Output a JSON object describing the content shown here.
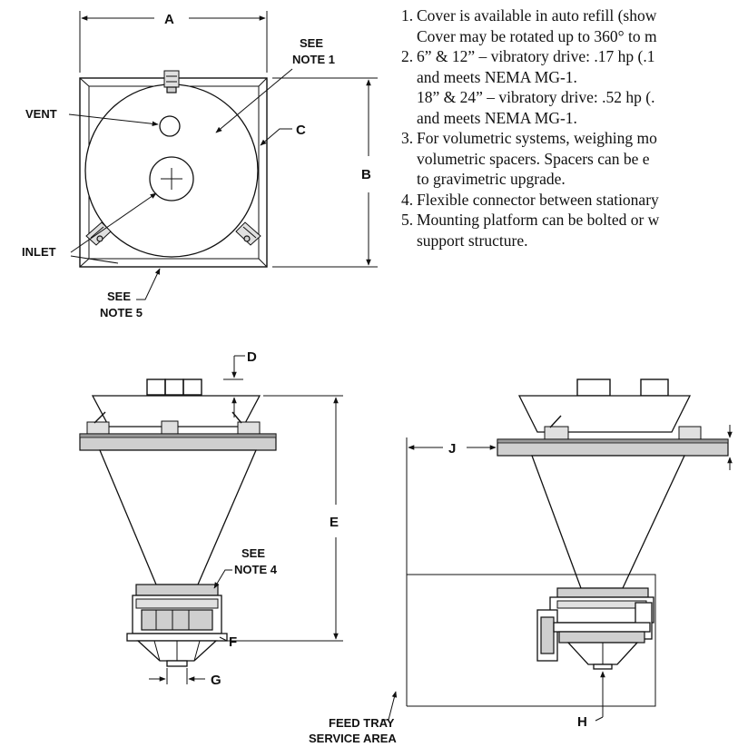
{
  "labels": {
    "a": "A",
    "b": "B",
    "c": "C",
    "d": "D",
    "e": "E",
    "f": "F",
    "g": "G",
    "h": "H",
    "j": "J",
    "vent": "VENT",
    "inlet": "INLET",
    "see1": "SEE",
    "note1": "NOTE 1",
    "see4": "SEE",
    "note4": "NOTE 4",
    "see5": "SEE",
    "note5": "NOTE 5",
    "feed_tray": "FEED TRAY",
    "service_area": "SERVICE AREA"
  },
  "notes": [
    {
      "num": "1.",
      "lines": [
        "Cover is available in auto refill (show",
        "Cover may be rotated up to 360° to m"
      ]
    },
    {
      "num": "2.",
      "lines": [
        "6” & 12” – vibratory drive: .17 hp (.1",
        "and meets NEMA MG-1.",
        "18” & 24” – vibratory drive: .52 hp (.",
        "and meets NEMA MG-1."
      ]
    },
    {
      "num": "3.",
      "lines": [
        "For volumetric systems, weighing mo",
        "volumetric spacers.  Spacers can be e",
        "to gravimetric upgrade."
      ]
    },
    {
      "num": "4.",
      "lines": [
        "Flexible connector between stationary"
      ]
    },
    {
      "num": "5.",
      "lines": [
        "Mounting platform can be bolted or w",
        "support structure."
      ]
    }
  ]
}
